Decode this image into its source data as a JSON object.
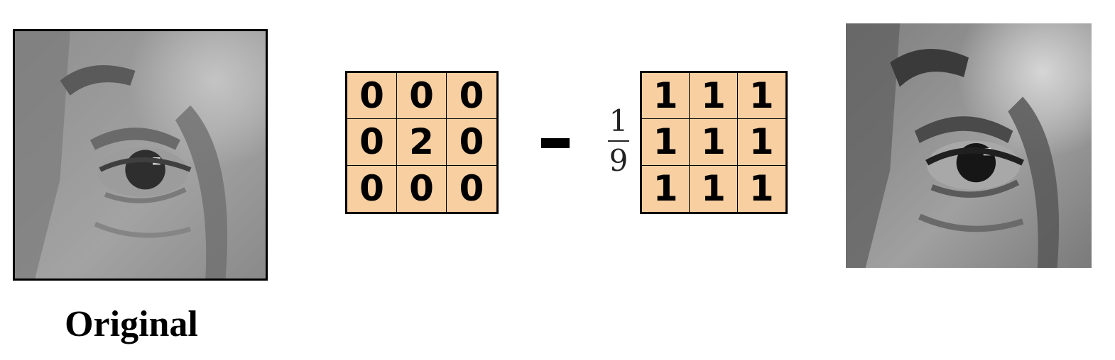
{
  "original_caption": "Original",
  "operator": "-",
  "identity_kernel": {
    "cells": [
      "0",
      "0",
      "0",
      "0",
      "2",
      "0",
      "0",
      "0",
      "0"
    ]
  },
  "box_kernel": {
    "scale_numerator": "1",
    "scale_denominator": "9",
    "cells": [
      "1",
      "1",
      "1",
      "1",
      "1",
      "1",
      "1",
      "1",
      "1"
    ]
  },
  "colors": {
    "kernel_fill": "#f7cfa0",
    "border": "#000000"
  }
}
